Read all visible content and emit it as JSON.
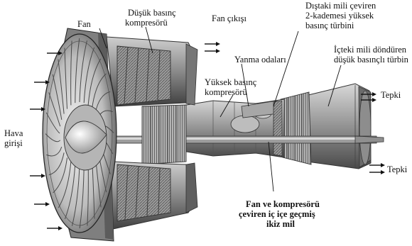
{
  "labels": {
    "fan": "Fan",
    "low_compressor": [
      "Düşük basınç",
      "kompresörü"
    ],
    "fan_exhaust": "Fan çıkışı",
    "hp_turbine": [
      "Dıştaki mili çeviren",
      "2-kademesi yüksek",
      "basınç türbini"
    ],
    "combustors": "Yanma odaları",
    "lp_turbine": [
      "İçteki mili döndüren",
      "düşük basınçlı türbin"
    ],
    "thrust_top": "Tepki",
    "hp_compressor": [
      "Yüksek basınç",
      "kompresörü"
    ],
    "air_inlet": [
      "Hava",
      "girişi"
    ],
    "thrust_bottom": "Tepki",
    "shafts": [
      "Fan ve kompresörü",
      "çeviren iç içe geçmiş",
      "ikiz mil"
    ]
  },
  "icons": {
    "arrow": "right-arrow-icon"
  }
}
